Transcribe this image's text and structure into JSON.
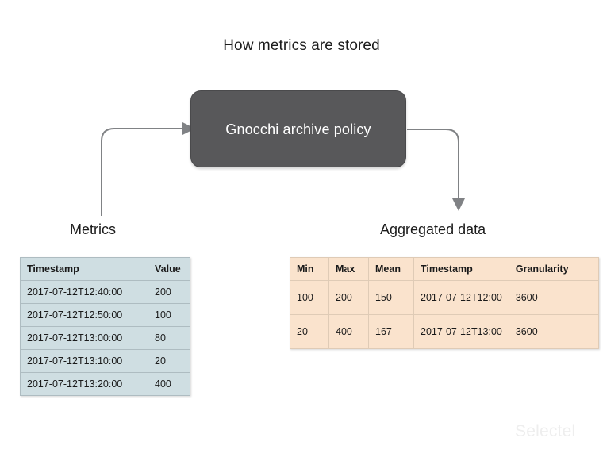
{
  "diagram": {
    "title": "How metrics are stored",
    "process_box": {
      "label": "Gnocchi archive policy",
      "fill_color": "#58585A",
      "text_color": "#FFFFFF"
    },
    "connector_color": "#808285",
    "labels": {
      "input": "Metrics",
      "output": "Aggregated data"
    }
  },
  "metrics_table": {
    "accent_color": "#CFDEE2",
    "headers": [
      "Timestamp",
      "Value"
    ],
    "rows": [
      [
        "2017-07-12T12:40:00",
        "200"
      ],
      [
        "2017-07-12T12:50:00",
        "100"
      ],
      [
        "2017-07-12T13:00:00",
        "80"
      ],
      [
        "2017-07-12T13:10:00",
        "20"
      ],
      [
        "2017-07-12T13:20:00",
        "400"
      ]
    ]
  },
  "aggregated_table": {
    "accent_color": "#FAE3CD",
    "headers": [
      "Min",
      "Max",
      "Mean",
      "Timestamp",
      "Granularity"
    ],
    "rows": [
      [
        "100",
        "200",
        "150",
        "2017-07-12T12:00",
        "3600"
      ],
      [
        "20",
        "400",
        "167",
        "2017-07-12T13:00",
        "3600"
      ]
    ]
  },
  "watermark": {
    "text": "Selectel"
  }
}
